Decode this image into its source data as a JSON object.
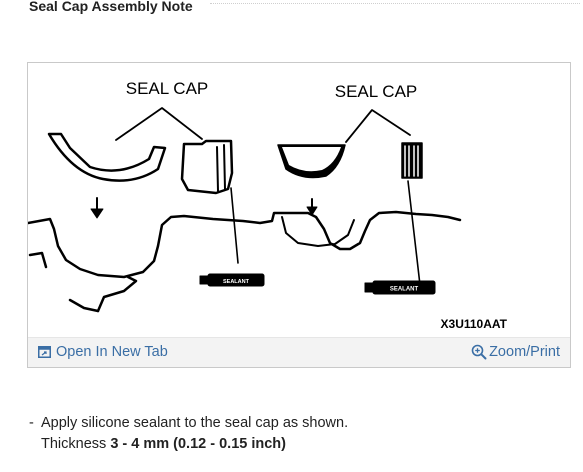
{
  "page": {
    "heading": "Seal Cap Assembly Note"
  },
  "figure": {
    "labels": {
      "seal_cap_left": "SEAL CAP",
      "seal_cap_right": "SEAL CAP",
      "sealant_left": "SEALANT",
      "sealant_right": "SEALANT",
      "figure_code": "X3U110AAT"
    },
    "footer": {
      "open_label": "Open In New Tab",
      "zoom_label": "Zoom/Print"
    }
  },
  "note": {
    "bullet": "-",
    "line1": "Apply silicone sealant to the seal cap as shown.",
    "thickness_label": "Thickness",
    "thickness_value": "3 - 4 mm (0.12 - 0.15 inch)"
  },
  "colors": {
    "link": "#3a6ea5",
    "footer_bg": "#f3f3f3",
    "border": "#c9c9c9"
  }
}
